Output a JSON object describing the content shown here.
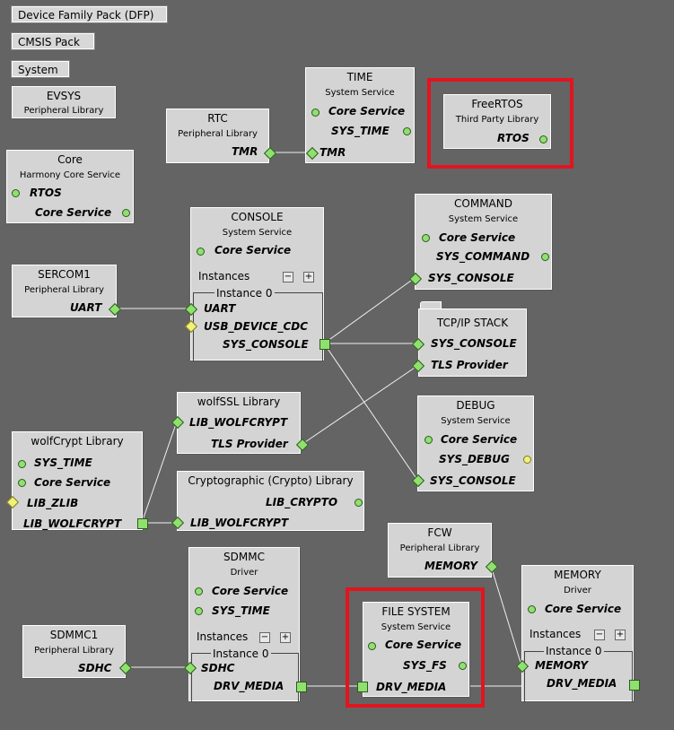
{
  "toolbar": {
    "dfp": "Device Family Pack (DFP)",
    "cmsis": "CMSIS Pack",
    "system": "System"
  },
  "colors": {
    "highlight": "#e3141f",
    "port_green": "#90e070",
    "port_yellow": "#f0f07a",
    "canvas": "#646464"
  },
  "nodes": {
    "evsys": {
      "title": "EVSYS",
      "sub": "Peripheral Library"
    },
    "core": {
      "title": "Core",
      "sub": "Harmony Core Service",
      "p1": "RTOS",
      "p2": "Core Service"
    },
    "rtc": {
      "title": "RTC",
      "sub": "Peripheral Library",
      "p1": "TMR"
    },
    "time": {
      "title": "TIME",
      "sub": "System Service",
      "p1": "Core Service",
      "p2": "SYS_TIME",
      "p3": "TMR"
    },
    "freertos": {
      "title": "FreeRTOS",
      "sub": "Third Party Library",
      "p1": "RTOS"
    },
    "console": {
      "title": "CONSOLE",
      "sub": "System Service",
      "p1": "Core Service",
      "instances": "Instances",
      "instance0": "Instance 0",
      "p2": "UART",
      "p3": "USB_DEVICE_CDC",
      "p4": "SYS_CONSOLE"
    },
    "sercom1": {
      "title": "SERCOM1",
      "sub": "Peripheral Library",
      "p1": "UART"
    },
    "command": {
      "title": "COMMAND",
      "sub": "System Service",
      "p1": "Core Service",
      "p2": "SYS_COMMAND",
      "p3": "SYS_CONSOLE"
    },
    "tcpip": {
      "title": "TCP/IP STACK",
      "p1": "SYS_CONSOLE",
      "p2": "TLS Provider"
    },
    "wolfssl": {
      "title": "wolfSSL Library",
      "p1": "LIB_WOLFCRYPT",
      "p2": "TLS Provider"
    },
    "wolfcrypt": {
      "title": "wolfCrypt Library",
      "p1": "SYS_TIME",
      "p2": "Core Service",
      "p3": "LIB_ZLIB",
      "p4": "LIB_WOLFCRYPT"
    },
    "crypto": {
      "title": "Cryptographic (Crypto) Library",
      "p1": "LIB_CRYPTO",
      "p2": "LIB_WOLFCRYPT"
    },
    "debug": {
      "title": "DEBUG",
      "sub": "System Service",
      "p1": "Core Service",
      "p2": "SYS_DEBUG",
      "p3": "SYS_CONSOLE"
    },
    "fcw": {
      "title": "FCW",
      "sub": "Peripheral Library",
      "p1": "MEMORY"
    },
    "sdmmc": {
      "title": "SDMMC",
      "sub": "Driver",
      "p1": "Core Service",
      "p2": "SYS_TIME",
      "instances": "Instances",
      "instance0": "Instance 0",
      "p3": "SDHC",
      "p4": "DRV_MEDIA"
    },
    "sdmmc1": {
      "title": "SDMMC1",
      "sub": "Peripheral Library",
      "p1": "SDHC"
    },
    "filesystem": {
      "title": "FILE SYSTEM",
      "sub": "System Service",
      "p1": "Core Service",
      "p2": "SYS_FS",
      "p3": "DRV_MEDIA"
    },
    "memory": {
      "title": "MEMORY",
      "sub": "Driver",
      "p1": "Core Service",
      "instances": "Instances",
      "instance0": "Instance 0",
      "p2": "MEMORY",
      "p3": "DRV_MEDIA"
    }
  },
  "controls": {
    "minus": "−",
    "plus": "+"
  }
}
